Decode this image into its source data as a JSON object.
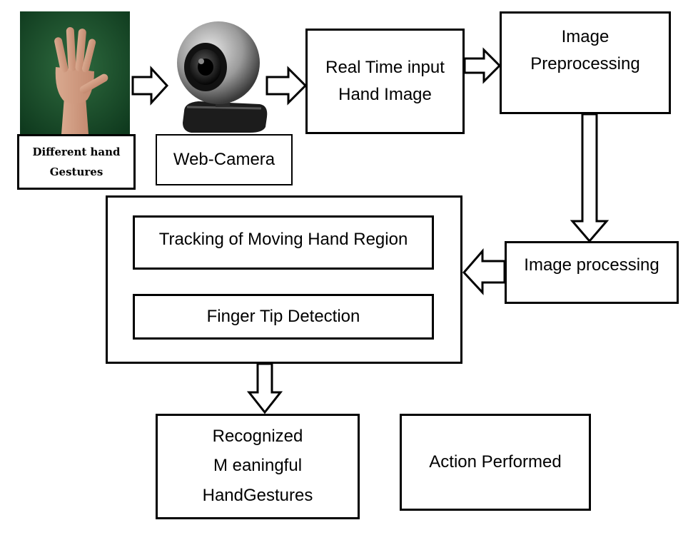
{
  "nodes": {
    "gestures": [
      "Different hand",
      "Gestures"
    ],
    "webcam": "Web-Camera",
    "realtime": [
      "Real Time input",
      "Hand Image"
    ],
    "preprocess": [
      "Image",
      "Preprocessing"
    ],
    "processing": "Image processing",
    "tracking": "Tracking of Moving Hand Region",
    "fingertip": "Finger Tip Detection",
    "recognized": [
      "Recognized",
      "M eaningful",
      "HandGestures"
    ],
    "action": "Action Performed"
  },
  "icons": {
    "hand_photo": "raised-hand-photo",
    "webcam": "webcam-icon"
  }
}
